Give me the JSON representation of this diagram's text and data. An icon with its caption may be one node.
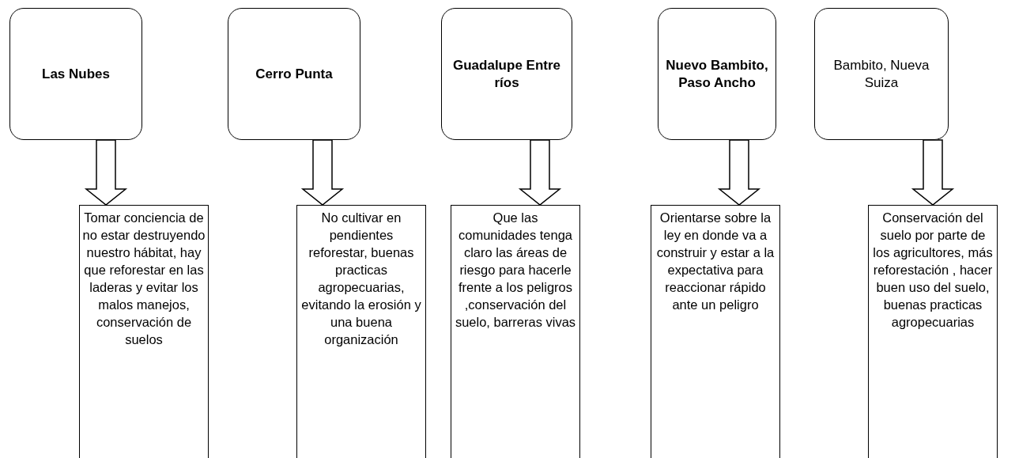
{
  "diagram": {
    "nodes": [
      {
        "text": [
          "Las Nubes"
        ]
      },
      {
        "text": [
          "Cerro Punta"
        ]
      },
      {
        "text": [
          "Guadalupe Entre ríos"
        ]
      },
      {
        "text": [
          "Nuevo Bambito, Paso Ancho"
        ]
      },
      {
        "text": [
          "Bambito, Nueva Suiza"
        ]
      },
      {
        "text": [
          "Tomar conciencia de no estar destruyendo nuestro hábitat, hay que reforestar en las laderas y evitar los malos manejos, conservación de suelos"
        ]
      },
      {
        "text": [
          "No cultivar en pendientes reforestar, buenas practicas agropecuarias, evitando la erosión y una buena organización"
        ]
      },
      {
        "text": [
          "Que las comunidades tenga claro las áreas de riesgo para hacerle frente a los peligros ,conservación del suelo, barreras vivas"
        ]
      },
      {
        "text": [
          "Orientarse sobre la ley en donde va a construir y estar a la expectativa para reaccionar rápido ante un peligro"
        ]
      },
      {
        "text": [
          "Conservación del suelo por parte de los agricultores, más reforestación , hacer buen uso del suelo, buenas practicas agropecuarias"
        ]
      }
    ],
    "edges": [
      {
        "from": 0,
        "to": 5,
        "arrow": "to"
      },
      {
        "from": 1,
        "to": 6,
        "arrow": "to"
      },
      {
        "from": 2,
        "to": 7,
        "arrow": "to"
      },
      {
        "from": 3,
        "to": 8,
        "arrow": "to"
      },
      {
        "from": 4,
        "to": 9,
        "arrow": "to"
      }
    ]
  }
}
